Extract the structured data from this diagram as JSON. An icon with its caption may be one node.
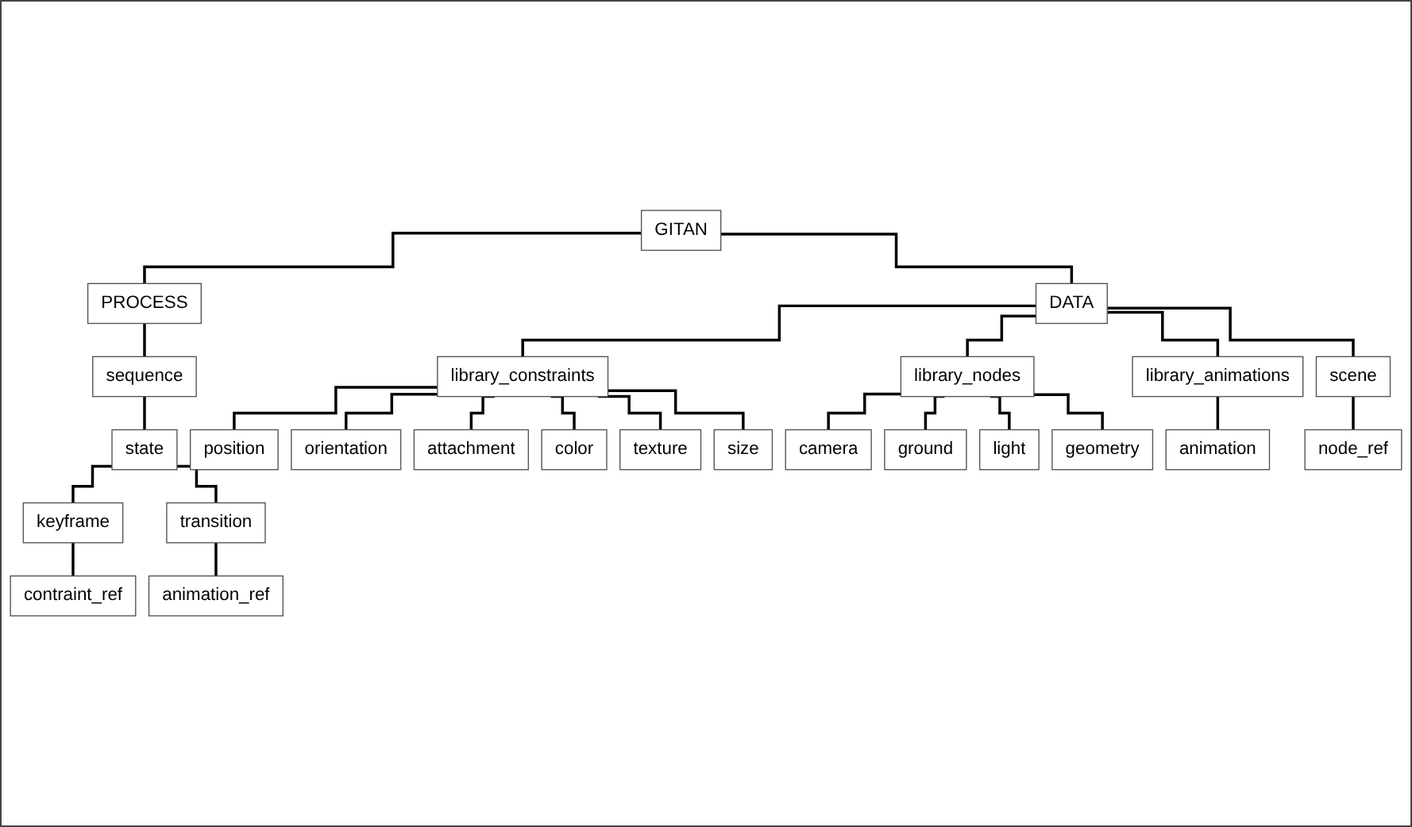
{
  "diagram": {
    "nodes": [
      {
        "text": [
          "GITAN"
        ]
      },
      {
        "text": [
          "DATA"
        ]
      },
      {
        "text": [
          "PROCESS"
        ]
      },
      {
        "text": [
          "library_constraints"
        ]
      },
      {
        "text": [
          "library_nodes"
        ]
      },
      {
        "text": [
          "library_animations"
        ]
      },
      {
        "text": [
          "scene"
        ]
      },
      {
        "text": [
          "sequence"
        ]
      },
      {
        "text": [
          "state"
        ]
      },
      {
        "text": [
          "position"
        ]
      },
      {
        "text": [
          "orientation"
        ]
      },
      {
        "text": [
          "attachment"
        ]
      },
      {
        "text": [
          "color"
        ]
      },
      {
        "text": [
          "texture"
        ]
      },
      {
        "text": [
          "size"
        ]
      },
      {
        "text": [
          "camera"
        ]
      },
      {
        "text": [
          "ground"
        ]
      },
      {
        "text": [
          "light"
        ]
      },
      {
        "text": [
          "geometry"
        ]
      },
      {
        "text": [
          "animation"
        ]
      },
      {
        "text": [
          "node_ref"
        ]
      },
      {
        "text": [
          "keyframe"
        ]
      },
      {
        "text": [
          "transition"
        ]
      },
      {
        "text": [
          "contraint_ref"
        ]
      },
      {
        "text": [
          "animation_ref"
        ]
      }
    ],
    "edges": [
      {
        "from": 0,
        "to": 1,
        "arrow": "none"
      },
      {
        "from": 0,
        "to": 2,
        "arrow": "none"
      },
      {
        "from": 1,
        "to": 3,
        "arrow": "none"
      },
      {
        "from": 1,
        "to": 4,
        "arrow": "none"
      },
      {
        "from": 1,
        "to": 5,
        "arrow": "none"
      },
      {
        "from": 1,
        "to": 6,
        "arrow": "none"
      },
      {
        "from": 2,
        "to": 7,
        "arrow": "none"
      },
      {
        "from": 7,
        "to": 8,
        "arrow": "none"
      },
      {
        "from": 3,
        "to": 9,
        "arrow": "none"
      },
      {
        "from": 3,
        "to": 10,
        "arrow": "none"
      },
      {
        "from": 3,
        "to": 11,
        "arrow": "none"
      },
      {
        "from": 3,
        "to": 12,
        "arrow": "none"
      },
      {
        "from": 3,
        "to": 13,
        "arrow": "none"
      },
      {
        "from": 3,
        "to": 14,
        "arrow": "none"
      },
      {
        "from": 4,
        "to": 15,
        "arrow": "none"
      },
      {
        "from": 4,
        "to": 16,
        "arrow": "none"
      },
      {
        "from": 4,
        "to": 17,
        "arrow": "none"
      },
      {
        "from": 4,
        "to": 18,
        "arrow": "none"
      },
      {
        "from": 5,
        "to": 19,
        "arrow": "none"
      },
      {
        "from": 6,
        "to": 20,
        "arrow": "none"
      },
      {
        "from": 8,
        "to": 21,
        "arrow": "none"
      },
      {
        "from": 8,
        "to": 22,
        "arrow": "none"
      },
      {
        "from": 21,
        "to": 23,
        "arrow": "none"
      },
      {
        "from": 22,
        "to": 24,
        "arrow": "none"
      }
    ]
  }
}
